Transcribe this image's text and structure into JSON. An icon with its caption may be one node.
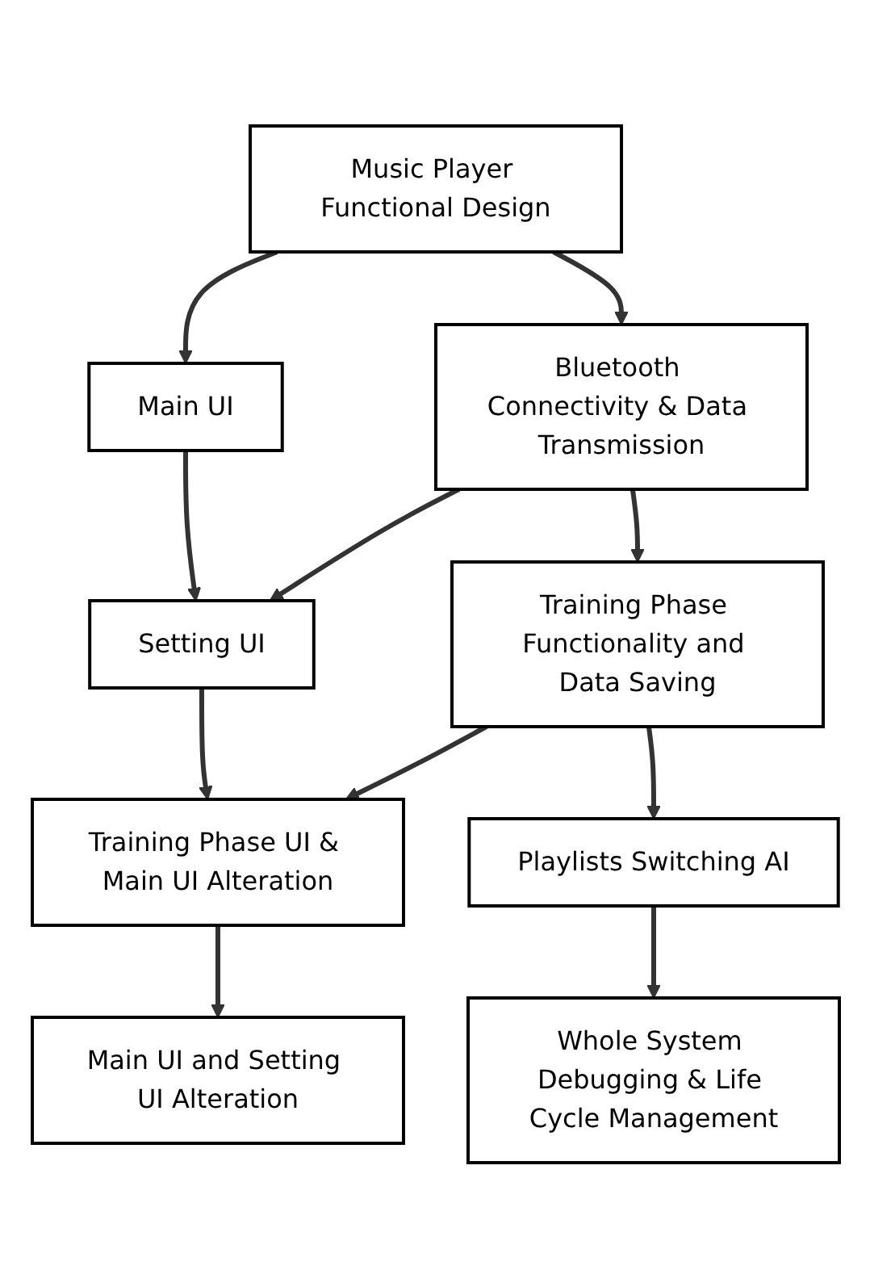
{
  "diagram": {
    "nodes": [
      {
        "text": [
          "Music Player Functional Design"
        ]
      },
      {
        "text": [
          "Main UI"
        ]
      },
      {
        "text": [
          "Bluetooth Connectivity & Data Transmission"
        ]
      },
      {
        "text": [
          "Setting UI"
        ]
      },
      {
        "text": [
          "Training Phase Functionality and Data Saving"
        ]
      },
      {
        "text": [
          "Training Phase UI & Main UI Alteration"
        ]
      },
      {
        "text": [
          "Playlists Switching AI"
        ]
      },
      {
        "text": [
          "Main UI and Setting UI Alteration"
        ]
      },
      {
        "text": [
          "Whole System Debugging & Life Cycle Management"
        ]
      }
    ],
    "edges": [
      {
        "from": 0,
        "to": 1,
        "arrow": "to"
      },
      {
        "from": 0,
        "to": 2,
        "arrow": "to"
      },
      {
        "from": 1,
        "to": 3,
        "arrow": "to"
      },
      {
        "from": 2,
        "to": 3,
        "arrow": "to"
      },
      {
        "from": 2,
        "to": 4,
        "arrow": "to"
      },
      {
        "from": 3,
        "to": 5,
        "arrow": "to"
      },
      {
        "from": 4,
        "to": 5,
        "arrow": "to"
      },
      {
        "from": 4,
        "to": 6,
        "arrow": "to"
      },
      {
        "from": 5,
        "to": 7,
        "arrow": "to"
      },
      {
        "from": 6,
        "to": 8,
        "arrow": "to"
      }
    ]
  }
}
